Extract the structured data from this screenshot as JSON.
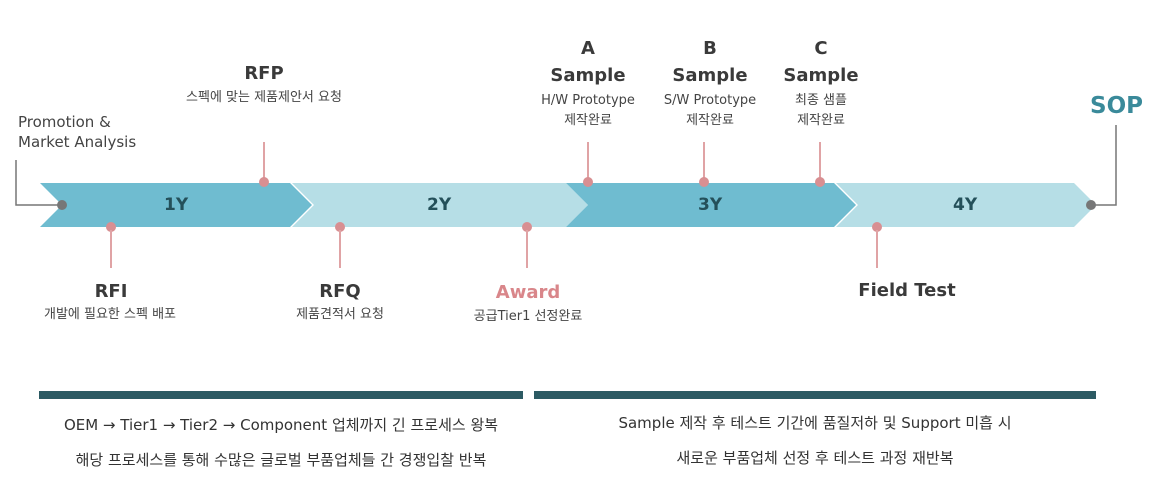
{
  "timeline": {
    "segments": [
      {
        "label": "1Y",
        "color": "#6fbcd0"
      },
      {
        "label": "2Y",
        "color": "#b6dee6"
      },
      {
        "label": "3Y",
        "color": "#6fbcd0"
      },
      {
        "label": "4Y",
        "color": "#b6dee6"
      }
    ],
    "start": {
      "text_line1": "Promotion &",
      "text_line2": "Market Analysis"
    },
    "end": {
      "label": "SOP",
      "color": "#3a8a9a"
    }
  },
  "milestones_above": {
    "rfp": {
      "title": "RFP",
      "desc": "스펙에 맞는 제품제안서 요청"
    },
    "a": {
      "letter": "A",
      "title": "Sample",
      "desc1": "H/W Prototype",
      "desc2": "제작완료"
    },
    "b": {
      "letter": "B",
      "title": "Sample",
      "desc1": "S/W Prototype",
      "desc2": "제작완료"
    },
    "c": {
      "letter": "C",
      "title": "Sample",
      "desc1": "최종 샘플",
      "desc2": "제작완료"
    }
  },
  "milestones_below": {
    "rfi": {
      "title": "RFI",
      "desc": "개발에 필요한 스펙 배포"
    },
    "rfq": {
      "title": "RFQ",
      "desc": "제품견적서 요청"
    },
    "award": {
      "title": "Award",
      "desc": "공급Tier1 선정완료",
      "color": "#d9868a"
    },
    "field": {
      "title": "Field Test"
    }
  },
  "notes": {
    "left": {
      "line1": "OEM → Tier1 → Tier2 → Component 업체까지 긴 프로세스 왕복",
      "line2": "해당 프로세스를 통해 수많은 글로벌 부품업체들 간 경쟁입찰 반복"
    },
    "right": {
      "line1": "Sample 제작 후 테스트 기간에 품질저하 및 Support 미흡 시",
      "line2": "새로운 부품업체 선정 후 테스트 과정 재반복"
    }
  }
}
